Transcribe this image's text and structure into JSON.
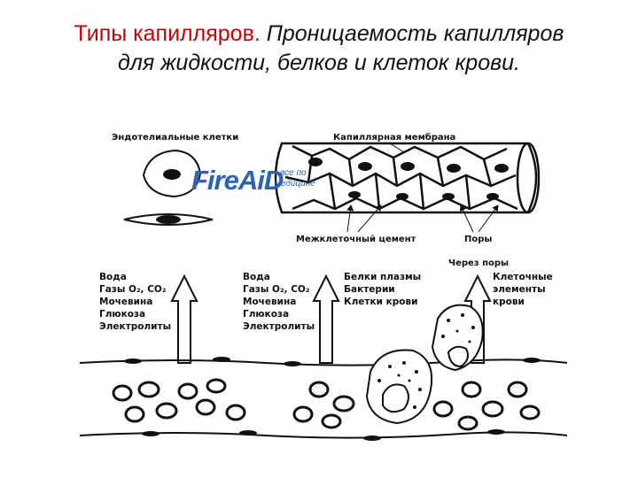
{
  "title": {
    "part1": "Типы капилляров.",
    "part2": " Проницаемость капилляров",
    "part3": "для жидкости, белков и клеток крови."
  },
  "labels": {
    "endothelial": "Эндотелиальные клетки",
    "membrane": "Капиллярная мембрана",
    "cement": "Межклеточный цемент",
    "pores": "Поры",
    "through_pores": "Через поры"
  },
  "lists": {
    "left": [
      "Вода",
      "Газы О₂, СО₂",
      "Мочевина",
      "Глюкоза",
      "Электролиты"
    ],
    "middle": [
      "Вода",
      "Газы О₂, СО₂",
      "Мочевина",
      "Глюкоза",
      "Электролиты"
    ],
    "right": [
      "Белки плазмы",
      "Бактерии",
      "Клетки крови"
    ],
    "cells": [
      "Клеточные",
      "элементы",
      "крови"
    ]
  },
  "watermark": {
    "brand": "FireAiD",
    "sub1": "- все по",
    "sub2": "медицине"
  },
  "colors": {
    "title_red": "#cc0000",
    "watermark": "#2a63b8"
  }
}
